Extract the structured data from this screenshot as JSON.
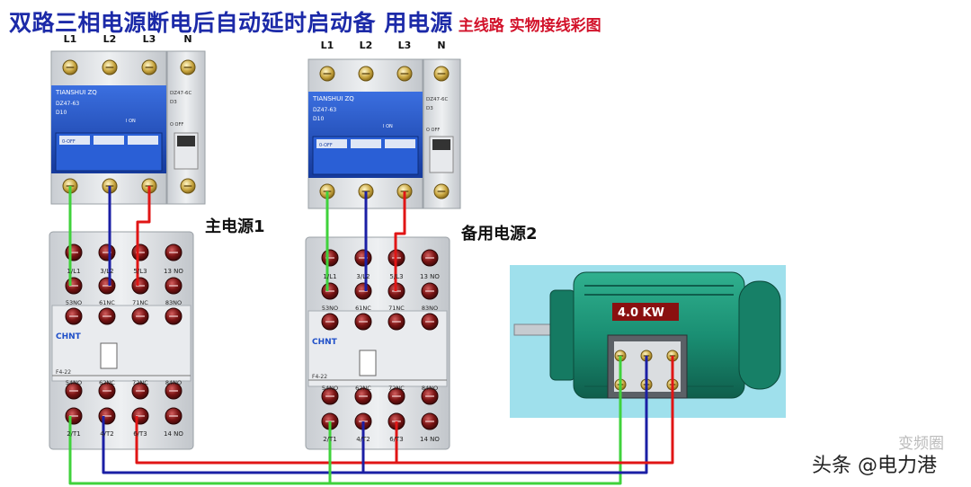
{
  "title": {
    "main": "双路三相电源断电后自动延时启动备 用电源",
    "sub": "主线路 实物接线彩图"
  },
  "labels": {
    "main_source": "主电源1",
    "backup_source": "备用电源2",
    "motor_power": "4.0 KW"
  },
  "breaker_terminals": [
    "L1",
    "L2",
    "L3",
    "N"
  ],
  "breaker_text": {
    "brand": "TIANSHUI ZQ",
    "model": "DZ47-63",
    "rating": "D10",
    "model_n": "DZ47-6C",
    "rating_n": "D3",
    "off": "0-OFF",
    "on": "I ON",
    "offn": "O OFF"
  },
  "contactor_text": {
    "top_terminals": [
      "1/L1",
      "3/L2",
      "5/L3",
      "13 NO"
    ],
    "aux_top": [
      "53NO",
      "61NC",
      "71NC",
      "83NO"
    ],
    "brand": "CHNT",
    "module": "F4-22",
    "aux_bottom": [
      "54NO",
      "62NC",
      "72NC",
      "84NO"
    ],
    "bottom_terminals": [
      "2/T1",
      "4/T2",
      "6/T3",
      "14 NO"
    ]
  },
  "watermark": {
    "main": "头条 @电力港",
    "faded": "变频圈"
  },
  "colors": {
    "title_blue": "#1c2aa8",
    "title_red": "#d2122a",
    "wire_green": "#3fd23b",
    "wire_blue": "#1b1fa5",
    "wire_red": "#e01515",
    "motor_bg": "#9fe0ec",
    "motor_body": "#1a8f73",
    "module_blue": "#1f4fc8"
  }
}
